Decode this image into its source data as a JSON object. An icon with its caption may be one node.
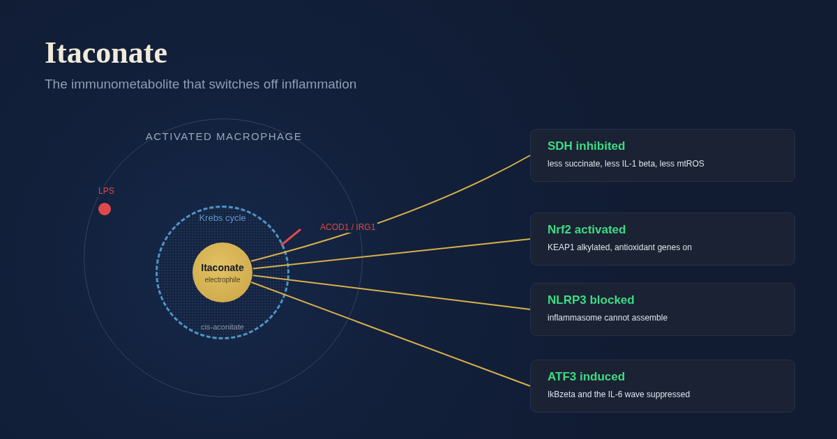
{
  "diagram": {
    "title": "Itaconate",
    "caption": "The immunometabolite that switches off inflammation",
    "nodes": [
      {
        "text": [
          "ACTIVATED MACROPHAGE"
        ]
      },
      {
        "text": [
          "Krebs cycle",
          "cis-aconitate"
        ],
        "in": 0
      },
      {
        "text": [
          "Itaconate",
          "electrophile"
        ],
        "in": 1
      },
      {
        "text": [
          "SDH inhibited",
          "less succinate, less IL-1 beta, less mtROS"
        ]
      },
      {
        "text": [
          "Nrf2 activated",
          "KEAP1 alkylated, antioxidant genes on"
        ]
      },
      {
        "text": [
          "NLRP3 blocked",
          "inflammasome cannot assemble"
        ]
      },
      {
        "text": [
          "ATF3 induced",
          "IkBzeta and the IL-6 wave suppressed"
        ]
      }
    ],
    "edges": [
      {
        "from": 2,
        "to": 3,
        "arrow": "none"
      },
      {
        "from": 2,
        "to": 4,
        "arrow": "none"
      },
      {
        "from": 2,
        "to": 5,
        "arrow": "none"
      },
      {
        "from": 2,
        "to": 6,
        "arrow": "none"
      }
    ],
    "labels": [
      "LPS",
      "ACOD1 / IRG1"
    ]
  }
}
